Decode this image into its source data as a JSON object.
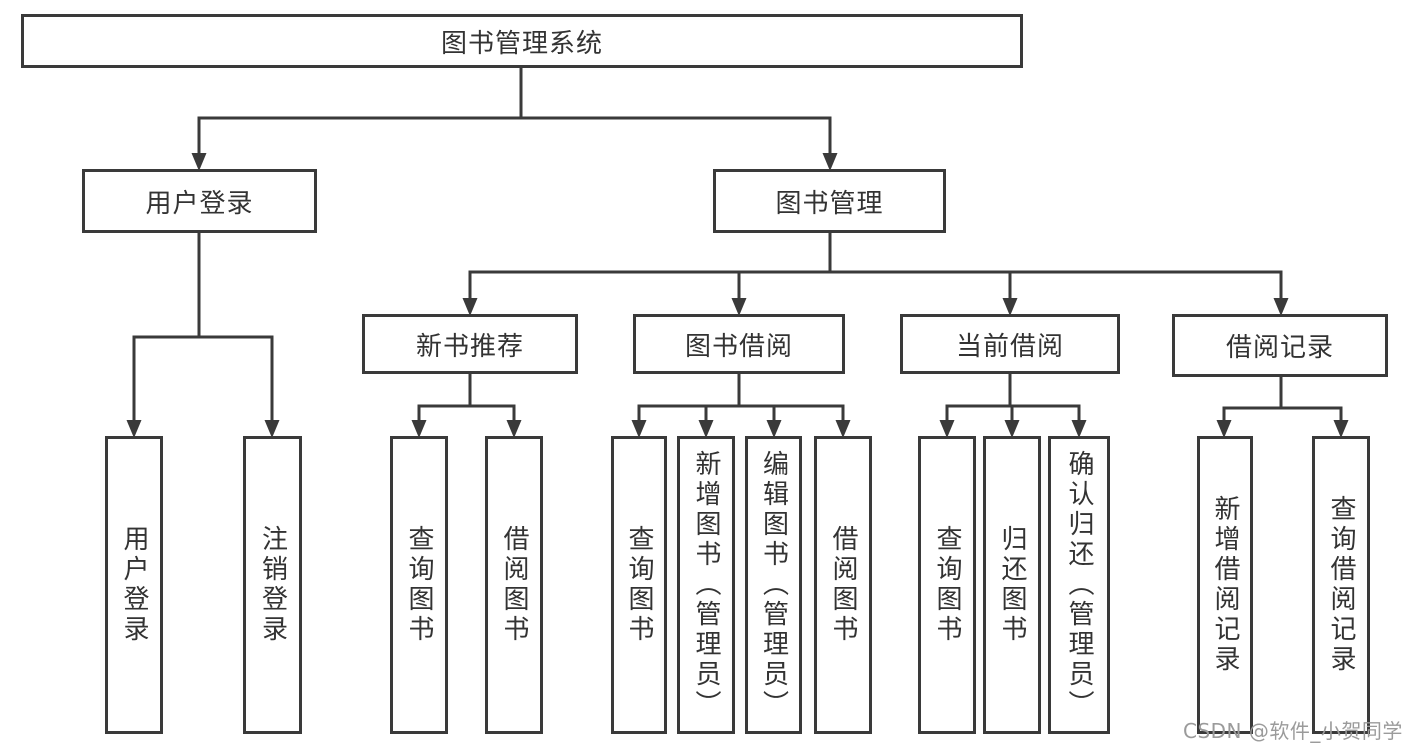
{
  "colors": {
    "background": "#ffffff",
    "line": "#3a3a3a",
    "box_border": "#3a3a3a",
    "text": "#333333",
    "watermark": "#9b9b9b"
  },
  "watermark": {
    "text": "CSDN @软件_小贺同学"
  },
  "tree": {
    "root": {
      "label": "图书管理系统"
    },
    "branches": [
      {
        "label": "用户登录",
        "children": [
          {
            "label": "用户登录"
          },
          {
            "label": "注销登录"
          }
        ]
      },
      {
        "label": "图书管理",
        "children": [
          {
            "label": "新书推荐",
            "children": [
              {
                "label": "查询图书"
              },
              {
                "label": "借阅图书"
              }
            ]
          },
          {
            "label": "图书借阅",
            "children": [
              {
                "label": "查询图书"
              },
              {
                "label": "新增图书（管理员）"
              },
              {
                "label": "编辑图书（管理员）"
              },
              {
                "label": "借阅图书"
              }
            ]
          },
          {
            "label": "当前借阅",
            "children": [
              {
                "label": "查询图书"
              },
              {
                "label": "归还图书"
              },
              {
                "label": "确认归还（管理员）"
              }
            ]
          },
          {
            "label": "借阅记录",
            "children": [
              {
                "label": "新增借阅记录"
              },
              {
                "label": "查询借阅记录"
              }
            ]
          }
        ]
      }
    ]
  }
}
